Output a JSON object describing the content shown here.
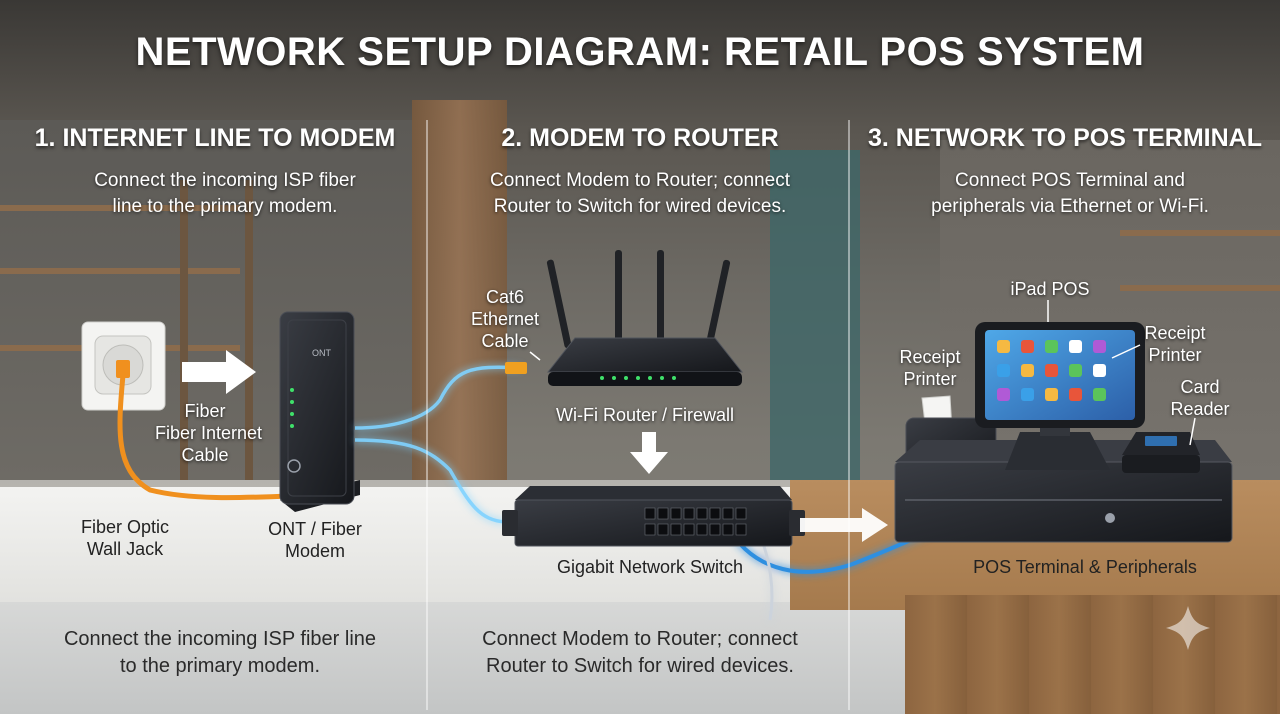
{
  "title": "NETWORK SETUP DIAGRAM: RETAIL POS SYSTEM",
  "sections": [
    {
      "title": "1. INTERNET LINE TO MODEM",
      "desc_line1": "Connect the incoming ISP fiber",
      "desc_line2": "line to the primary modem."
    },
    {
      "title": "2. MODEM TO ROUTER",
      "desc_line1": "Connect Modem to Router; connect",
      "desc_line2": "Router to Switch for wired devices."
    },
    {
      "title": "3. NETWORK TO POS TERMINAL",
      "desc_line1": "Connect POS Terminal and",
      "desc_line2": "peripherals via Ethernet or Wi-Fi."
    }
  ],
  "labels": {
    "fiber_cable_l1": "Fiber",
    "fiber_cable_l2": "Fiber Internet",
    "fiber_cable_l3": "Cable",
    "wall_jack_l1": "Fiber Optic",
    "wall_jack_l2": "Wall Jack",
    "ont_l1": "ONT / Fiber",
    "ont_l2": "Modem",
    "modem_brand": "ONT",
    "cat6_l1": "Cat6",
    "cat6_l2": "Ethernet",
    "cat6_l3": "Cable",
    "router": "Wi-Fi Router / Firewall",
    "switch": "Gigabit Network Switch",
    "ipad": "iPad POS",
    "receipt_left_l1": "Receipt",
    "receipt_left_l2": "Printer",
    "receipt_right_l1": "Receipt",
    "receipt_right_l2": "Printer",
    "card_l1": "Card",
    "card_l2": "Reader",
    "pos_terminal": "POS Terminal & Peripherals"
  },
  "bottom": {
    "left_l1": "Connect the incoming ISP fiber line",
    "left_l2": "to the primary modem.",
    "mid_l1": "Connect Modem to Router; connect",
    "mid_l2": "Router to Switch for wired devices."
  },
  "colors": {
    "fiber_cable": "#f0901e",
    "ethernet_glow": "#7fd3ff",
    "ethernet_cable": "#2f8fe0"
  },
  "icons": [
    "arrow-right-icon",
    "arrow-down-icon",
    "sparkle-icon"
  ]
}
